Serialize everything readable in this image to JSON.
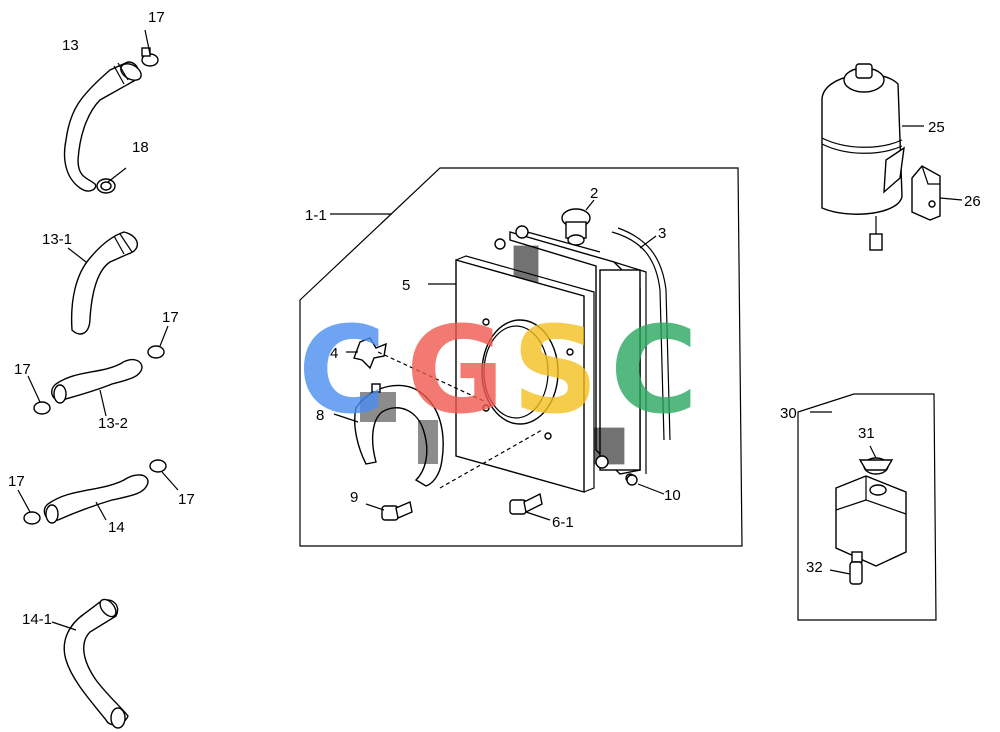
{
  "labels": {
    "p13": "13",
    "p17a": "17",
    "p18": "18",
    "p13_1": "13-1",
    "p17b": "17",
    "p17c": "17",
    "p13_2": "13-2",
    "p17d": "17",
    "p17e": "17",
    "p14": "14",
    "p14_1": "14-1",
    "p1_1": "1-1",
    "p2": "2",
    "p3": "3",
    "p4": "4",
    "p5": "5",
    "p8": "8",
    "p9": "9",
    "p6_1": "6-1",
    "p10": "10",
    "p25": "25",
    "p26": "26",
    "p30": "30",
    "p31": "31",
    "p32": "32"
  },
  "watermark": {
    "letters": [
      "C",
      "G",
      "S",
      "C"
    ],
    "colors": [
      "#4a8ef0",
      "#ef5a50",
      "#f5c020",
      "#2aa860"
    ]
  }
}
